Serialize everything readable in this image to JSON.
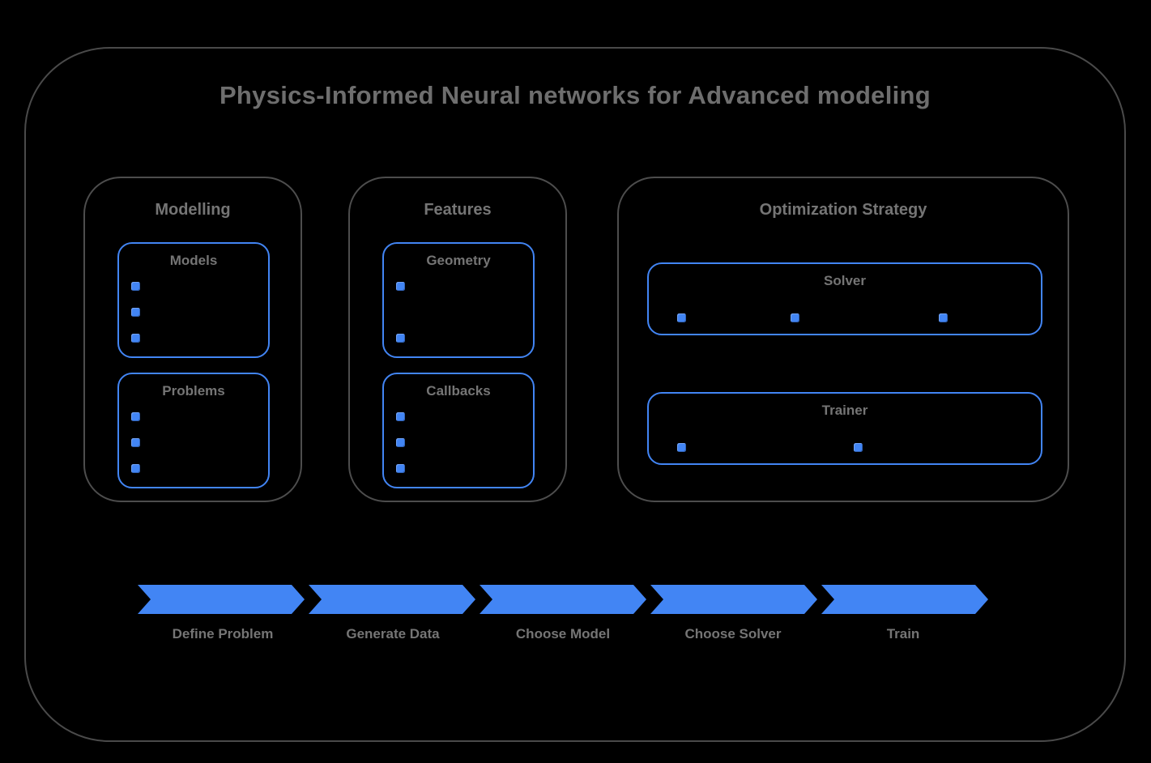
{
  "title": "Physics-Informed Neural networks for Advanced modeling",
  "colors": {
    "blue": "#4285F4",
    "text_gray": "#757575",
    "frame_gray": "#4a4a4a",
    "background": "#000000"
  },
  "sections": [
    {
      "label": "Modelling",
      "boxes": [
        {
          "label": "Models",
          "bullets": 3,
          "orientation": "vertical"
        },
        {
          "label": "Problems",
          "bullets": 3,
          "orientation": "vertical"
        }
      ]
    },
    {
      "label": "Features",
      "boxes": [
        {
          "label": "Geometry",
          "bullets": 2,
          "orientation": "vertical"
        },
        {
          "label": "Callbacks",
          "bullets": 3,
          "orientation": "vertical"
        }
      ]
    },
    {
      "label": "Optimization Strategy",
      "boxes": [
        {
          "label": "Solver",
          "bullets": 3,
          "orientation": "horizontal"
        },
        {
          "label": "Trainer",
          "bullets": 2,
          "orientation": "horizontal"
        }
      ]
    }
  ],
  "process_flow": {
    "steps": [
      "Define Problem",
      "Generate Data",
      "Choose Model",
      "Choose Solver",
      "Train"
    ]
  }
}
